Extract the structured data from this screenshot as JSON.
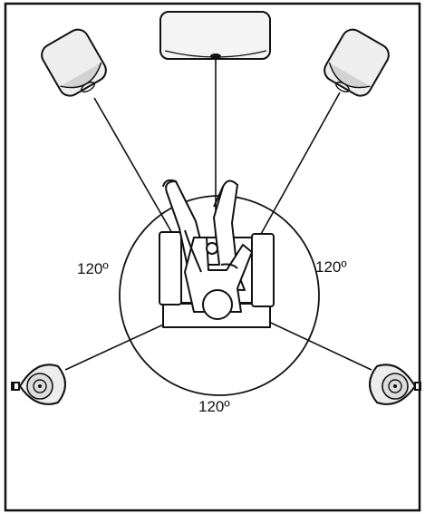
{
  "diagram": {
    "angles": {
      "left": "120º",
      "right": "120º",
      "bottom": "120º"
    },
    "colors": {
      "stroke": "#111111",
      "background": "#ffffff",
      "speaker_fill": "#e9e9e9",
      "speaker_shade": "#c8c8c8"
    },
    "icons": {
      "center_speaker": "center-speaker-icon",
      "front_left": "front-left-speaker-icon",
      "front_right": "front-right-speaker-icon",
      "surround_left": "surround-left-speaker-icon",
      "surround_right": "surround-right-speaker-icon",
      "listener": "listener-in-chair-icon"
    }
  }
}
